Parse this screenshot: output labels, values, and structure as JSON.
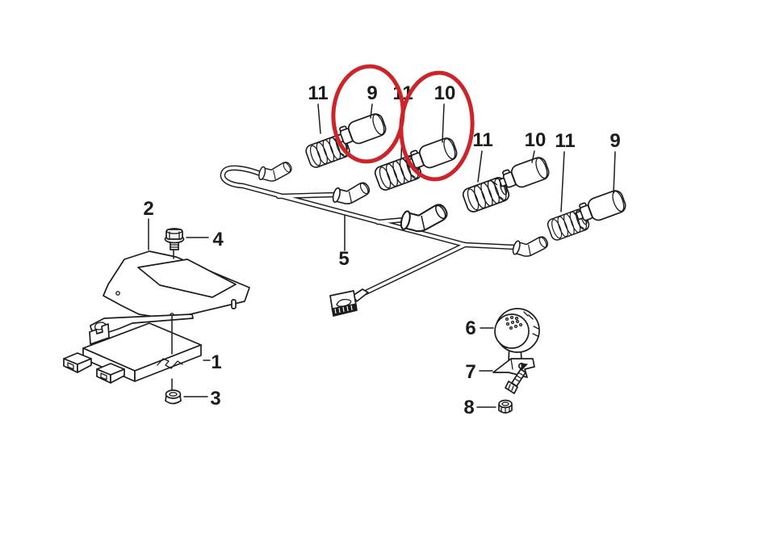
{
  "diagram": {
    "title": "Parking distance control / alarm system parts diagram",
    "background": "#ffffff",
    "line_color": "#1c1c1c",
    "highlight_color": "#cc2429"
  },
  "callouts": {
    "control_module": {
      "label": "1"
    },
    "mounting_bracket": {
      "label": "2"
    },
    "module_grommet": {
      "label": "3"
    },
    "bolt": {
      "label": "4"
    },
    "wiring_harness": {
      "label": "5"
    },
    "alarm_speaker": {
      "label": "6"
    },
    "speaker_bracket": {
      "label": "7"
    },
    "speaker_grommet": {
      "label": "8"
    },
    "top_row": [
      {
        "label": "11"
      },
      {
        "label": "9"
      },
      {
        "label": "11"
      },
      {
        "label": "10"
      }
    ],
    "right_row": [
      {
        "label": "11"
      },
      {
        "label": "10"
      },
      {
        "label": "11"
      },
      {
        "label": "9"
      }
    ]
  },
  "highlights": [
    {
      "name": "red-circle-around-part-9"
    },
    {
      "name": "red-circle-around-part-10"
    }
  ]
}
